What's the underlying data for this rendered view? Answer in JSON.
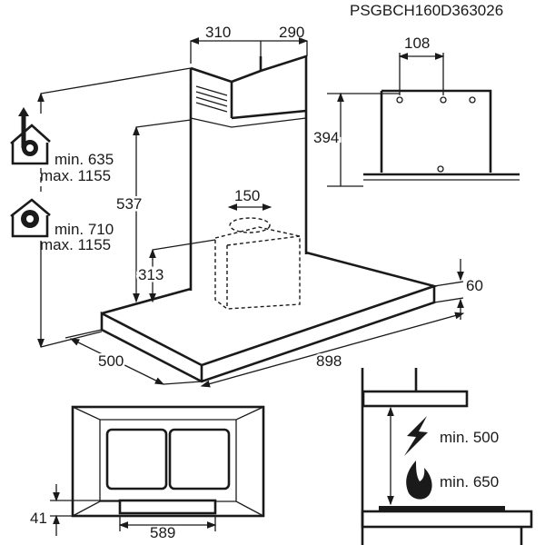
{
  "model": "PSGBCH160D363026",
  "dimensions": {
    "chimney_depth": "310",
    "chimney_width": "290",
    "bracket_spacing": "108",
    "bracket_height": "394",
    "height_537": "537",
    "outlet_diameter": "150",
    "motor_height": "313",
    "canopy_thickness": "60",
    "canopy_depth": "500",
    "canopy_width": "898",
    "filter_offset": "41",
    "filter_width": "589"
  },
  "exhaust_mode": {
    "min": "min. 635",
    "max": "max. 1155"
  },
  "recirculation_mode": {
    "min": "min. 710",
    "max": "max. 1155"
  },
  "clearance": {
    "electric": "min. 500",
    "gas": "min. 650"
  }
}
